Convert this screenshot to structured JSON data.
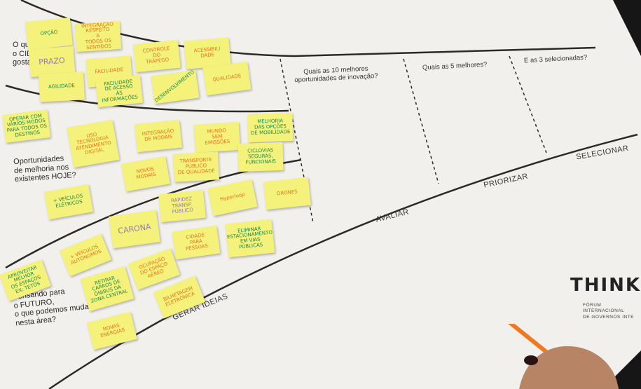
{
  "board": {
    "questions": {
      "q1": "O que\no CIDADÃO\ngosta...",
      "q2": "Oportunidades\nde melhoria nos\nexistentes HOJE?",
      "q3": "Pensando para\no FUTURO,\no que podemos mudar\nnesta área?"
    },
    "columns": [
      "Quais as 10 melhores\noportunidades de inovação?",
      "Quais as 5 melhores?",
      "E as 3 selecionadas?"
    ],
    "stages": [
      "GERAR IDEIAS",
      "AVALIAR",
      "PRIORIZAR",
      "SELECIONAR"
    ],
    "logo": "THINKI",
    "logo_sub": "FÓRUM INTERNACIONAL\nDE GOVERNOS INTE"
  },
  "stickies": [
    {
      "text": "OPÇÃO",
      "color": "green"
    },
    {
      "text": "INTEGRAÇÃO\nRESPEITO\nA\nTODOS OS\nSENTIDOS",
      "color": "orange"
    },
    {
      "text": "PRAZO",
      "color": "purple"
    },
    {
      "text": "CONTROLE\nDO\nTRÁFEGO",
      "color": "orange"
    },
    {
      "text": "ACESSIBILI\nDADE",
      "color": "orange"
    },
    {
      "text": "FACILIDADE",
      "color": "orange"
    },
    {
      "text": "AGILIDADE",
      "color": "green"
    },
    {
      "text": "FACILIDADE\nDE ACESSO\nÀS\nINFORMAÇÕES",
      "color": "green"
    },
    {
      "text": "DESENVOLVIMENTO",
      "color": "green"
    },
    {
      "text": "QUALIDADE",
      "color": "orange"
    },
    {
      "text": "OPERAR COM\nVÁRIOS MODOS\nPARA TODOS OS\nDESTINOS",
      "color": "green"
    },
    {
      "text": "USO\nTECNOLOGIA\nATENDIMENTO\nDIGITAL",
      "color": "orange"
    },
    {
      "text": "INTEGRAÇÃO\nDE MODAIS",
      "color": "orange"
    },
    {
      "text": "MUNDO\nSEM\nEMISSÕES",
      "color": "orange"
    },
    {
      "text": "MELHORIA\nDAS OPÇÕES\nDE MOBILIDADE",
      "color": "green"
    },
    {
      "text": "NOVOS\nMODAIS",
      "color": "orange"
    },
    {
      "text": "TRANSPORTE\nPÚBLICO\nDE QUALIDADE",
      "color": "orange"
    },
    {
      "text": "CICLOVIAS\nSEGURAS,\nFUNCIONAIS",
      "color": "green"
    },
    {
      "text": "+ VEÍCULOS\nELÉTRICOS",
      "color": "green"
    },
    {
      "text": "RAPIDEZ\nTRANSP.\nPÚBLICO",
      "color": "purple"
    },
    {
      "text": "Hyperloop",
      "color": "orange"
    },
    {
      "text": "DRONES",
      "color": "orange"
    },
    {
      "text": "CARONA",
      "color": "purple"
    },
    {
      "text": "+ VEÍCULOS\nAUTÔNOMOS",
      "color": "orange"
    },
    {
      "text": "CIDADE\nPARA\nPESSOAS",
      "color": "orange"
    },
    {
      "text": "ELIMINAR\nESTACIONAMENTO\nEM VIAS\nPÚBLICAS",
      "color": "green"
    },
    {
      "text": "APROVEITAR\nMELHOR\nOS ESPAÇOS\nEX: TETOS",
      "color": "green"
    },
    {
      "text": "RETIRAR\nCARROS DE\nÔNIBUS DA\nZONA CENTRAL",
      "color": "green"
    },
    {
      "text": "OCUPAÇÃO\nDO ESPAÇO\nAÉREO",
      "color": "orange"
    },
    {
      "text": "BILHETAGEM\nELETRÔNICA",
      "color": "orange"
    },
    {
      "text": "NOVAS\nENERGIAS",
      "color": "orange"
    }
  ]
}
